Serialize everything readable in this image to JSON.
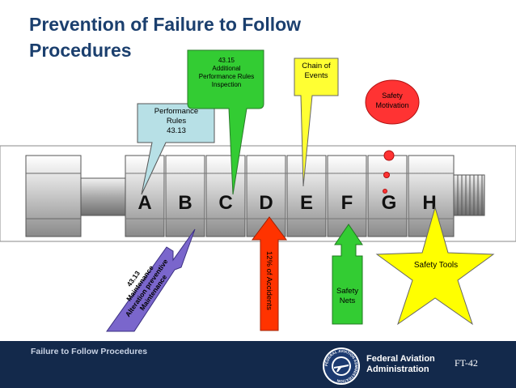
{
  "title": "Prevention of Failure to Follow Procedures",
  "letters": [
    "A",
    "B",
    "C",
    "D",
    "E",
    "F",
    "G",
    "H"
  ],
  "callouts": {
    "performance_rules": [
      "Performance",
      "Rules",
      "43.13"
    ],
    "additional_rules": [
      "43.15",
      "Additional",
      "Performance Rules",
      "Inspection"
    ],
    "chain_of_events": [
      "Chain of",
      "Events"
    ],
    "safety_motivation": [
      "Safety",
      "Motivation"
    ],
    "maintenance": [
      "43.13",
      "Maintenance",
      "Alteration preventive",
      "Maintenance"
    ],
    "accidents": "12% of Accidents",
    "safety_nets": [
      "Safety",
      "Nets"
    ],
    "safety_tools": "Safety Tools"
  },
  "footer": {
    "left_text": "Failure to Follow Procedures",
    "org_line1": "Federal Aviation",
    "org_line2": "Administration",
    "page": "FT-42",
    "seal_text": "FEDERAL AVIATION ADMINISTRATION"
  },
  "colors": {
    "title": "#1b3f6e",
    "footer_bg": "#13294b",
    "performance_callout": "#b7e0e6",
    "additional_callout": "#33cc33",
    "chain_callout": "#ffff33",
    "motivation_callout": "#ff3333",
    "maintenance_callout": "#7a66cc",
    "accident_arrow": "#ff3300",
    "nets_arrow": "#33cc33",
    "tools_star": "#ffff00"
  }
}
